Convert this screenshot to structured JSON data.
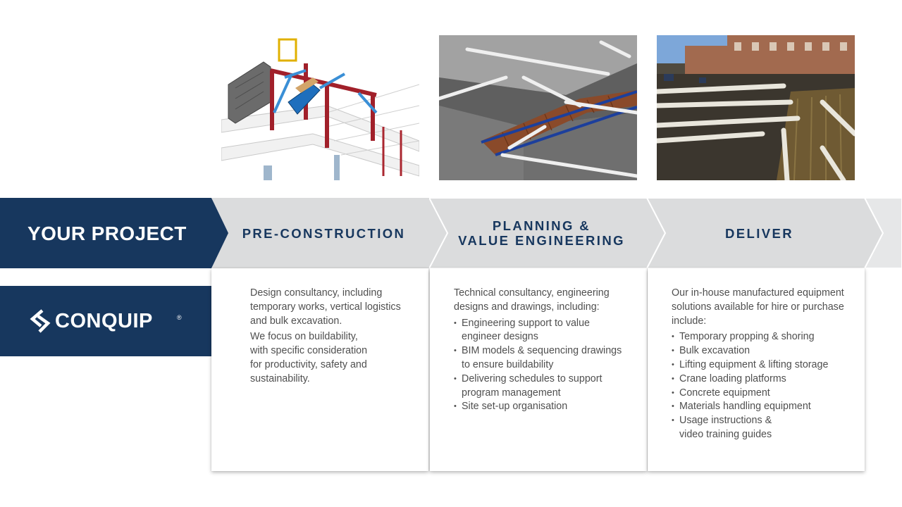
{
  "header": {
    "your_project": "YOUR PROJECT"
  },
  "brand": {
    "logo_text": "CONQUIP",
    "reg_mark": "®",
    "navy": "#17375e",
    "chevron_grey": "#dbdcdd",
    "text_grey": "#4f4f4f"
  },
  "stages": [
    {
      "title": "PRE-CONSTRUCTION",
      "photo_icon": "modular-frame-render-icon",
      "paragraphs": [
        "Design consultancy, including temporary works, vertical logistics and bulk excavation.",
        "We focus on buildability, with specific consideration for productivity, safety and sustainability."
      ]
    },
    {
      "title_line1": "PLANNING &",
      "title_line2": "VALUE ENGINEERING",
      "photo_icon": "propping-render-icon",
      "intro": "Technical consultancy, engineering designs and drawings, including:",
      "bullets": [
        "Engineering support to value engineer designs",
        "BIM models & sequencing drawings to ensure buildability",
        "Delivering schedules to support program management",
        "Site set-up organisation"
      ]
    },
    {
      "title": "DELIVER",
      "photo_icon": "site-photo-icon",
      "intro": "Our in-house manufactured equipment solutions available for hire or purchase include:",
      "bullets": [
        "Temporary propping & shoring",
        "Bulk excavation",
        "Lifting equipment & lifting storage",
        "Crane loading platforms",
        "Concrete equipment",
        "Materials handling equipment",
        "Usage instructions & video training guides"
      ]
    }
  ]
}
